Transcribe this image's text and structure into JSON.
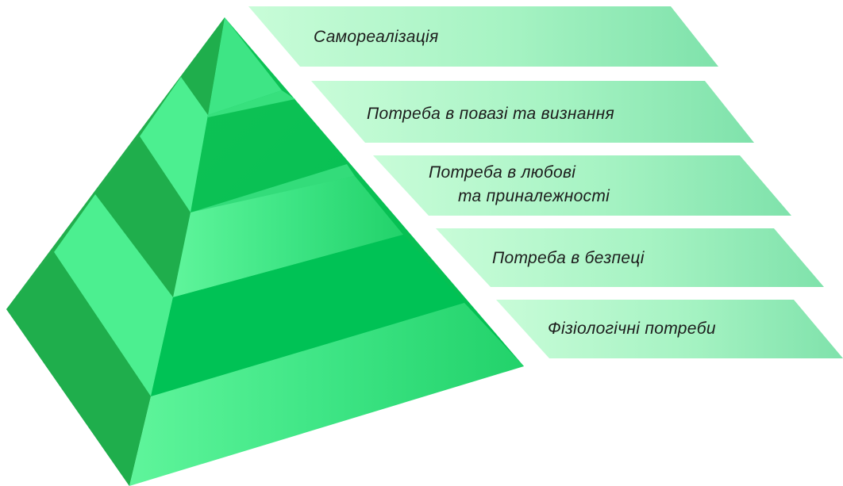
{
  "diagram": {
    "levels": [
      {
        "lines": [
          "Самореалізація"
        ]
      },
      {
        "lines": [
          "Потреба в повазі та визнання"
        ]
      },
      {
        "lines": [
          "Потреба в любові",
          "та приналежності"
        ]
      },
      {
        "lines": [
          "Потреба в безпеці"
        ]
      },
      {
        "lines": [
          "Фізіологічні потреби"
        ]
      }
    ]
  },
  "colors": {
    "face_left": "#1fae4c",
    "face_front_top": "#12c558",
    "face_front_mid": "#00c255",
    "face_bottom_light": "#55f495",
    "face_bottom_light2": "#38e07f",
    "label_light": "#c5fcd6",
    "label_dark": "#7fe3ab"
  }
}
